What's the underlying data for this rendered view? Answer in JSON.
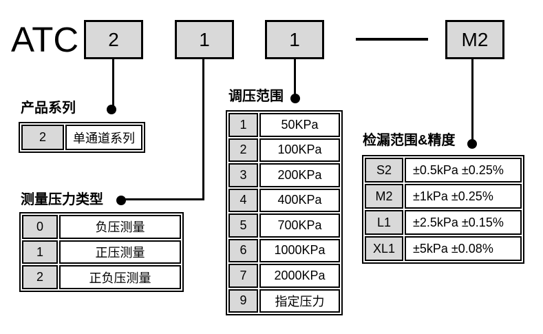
{
  "title": "ATC",
  "model_code": {
    "segments": [
      "2",
      "1",
      "1",
      "M2"
    ]
  },
  "sections": [
    {
      "label": "产品系列",
      "rows": [
        {
          "code": "2",
          "desc": "单通道系列"
        }
      ]
    },
    {
      "label": "测量压力类型",
      "rows": [
        {
          "code": "0",
          "desc": "负压测量"
        },
        {
          "code": "1",
          "desc": "正压测量"
        },
        {
          "code": "2",
          "desc": "正负压测量"
        }
      ]
    },
    {
      "label": "调压范围",
      "rows": [
        {
          "code": "1",
          "desc": "50KPa"
        },
        {
          "code": "2",
          "desc": "100KPa"
        },
        {
          "code": "3",
          "desc": "200KPa"
        },
        {
          "code": "4",
          "desc": "400KPa"
        },
        {
          "code": "5",
          "desc": "700KPa"
        },
        {
          "code": "6",
          "desc": "1000KPa"
        },
        {
          "code": "7",
          "desc": "2000KPa"
        },
        {
          "code": "9",
          "desc": "指定压力"
        }
      ]
    },
    {
      "label": "检漏范围&精度",
      "rows": [
        {
          "code": "S2",
          "desc": "±0.5kPa ±0.25%"
        },
        {
          "code": "M2",
          "desc": "±1kPa ±0.25%"
        },
        {
          "code": "L1",
          "desc": "±2.5kPa ±0.15%"
        },
        {
          "code": "XL1",
          "desc": "±5kPa ±0.08%"
        }
      ]
    }
  ],
  "colors": {
    "box_fill": "#d9d9d9",
    "line": "#000000",
    "background": "#ffffff"
  }
}
